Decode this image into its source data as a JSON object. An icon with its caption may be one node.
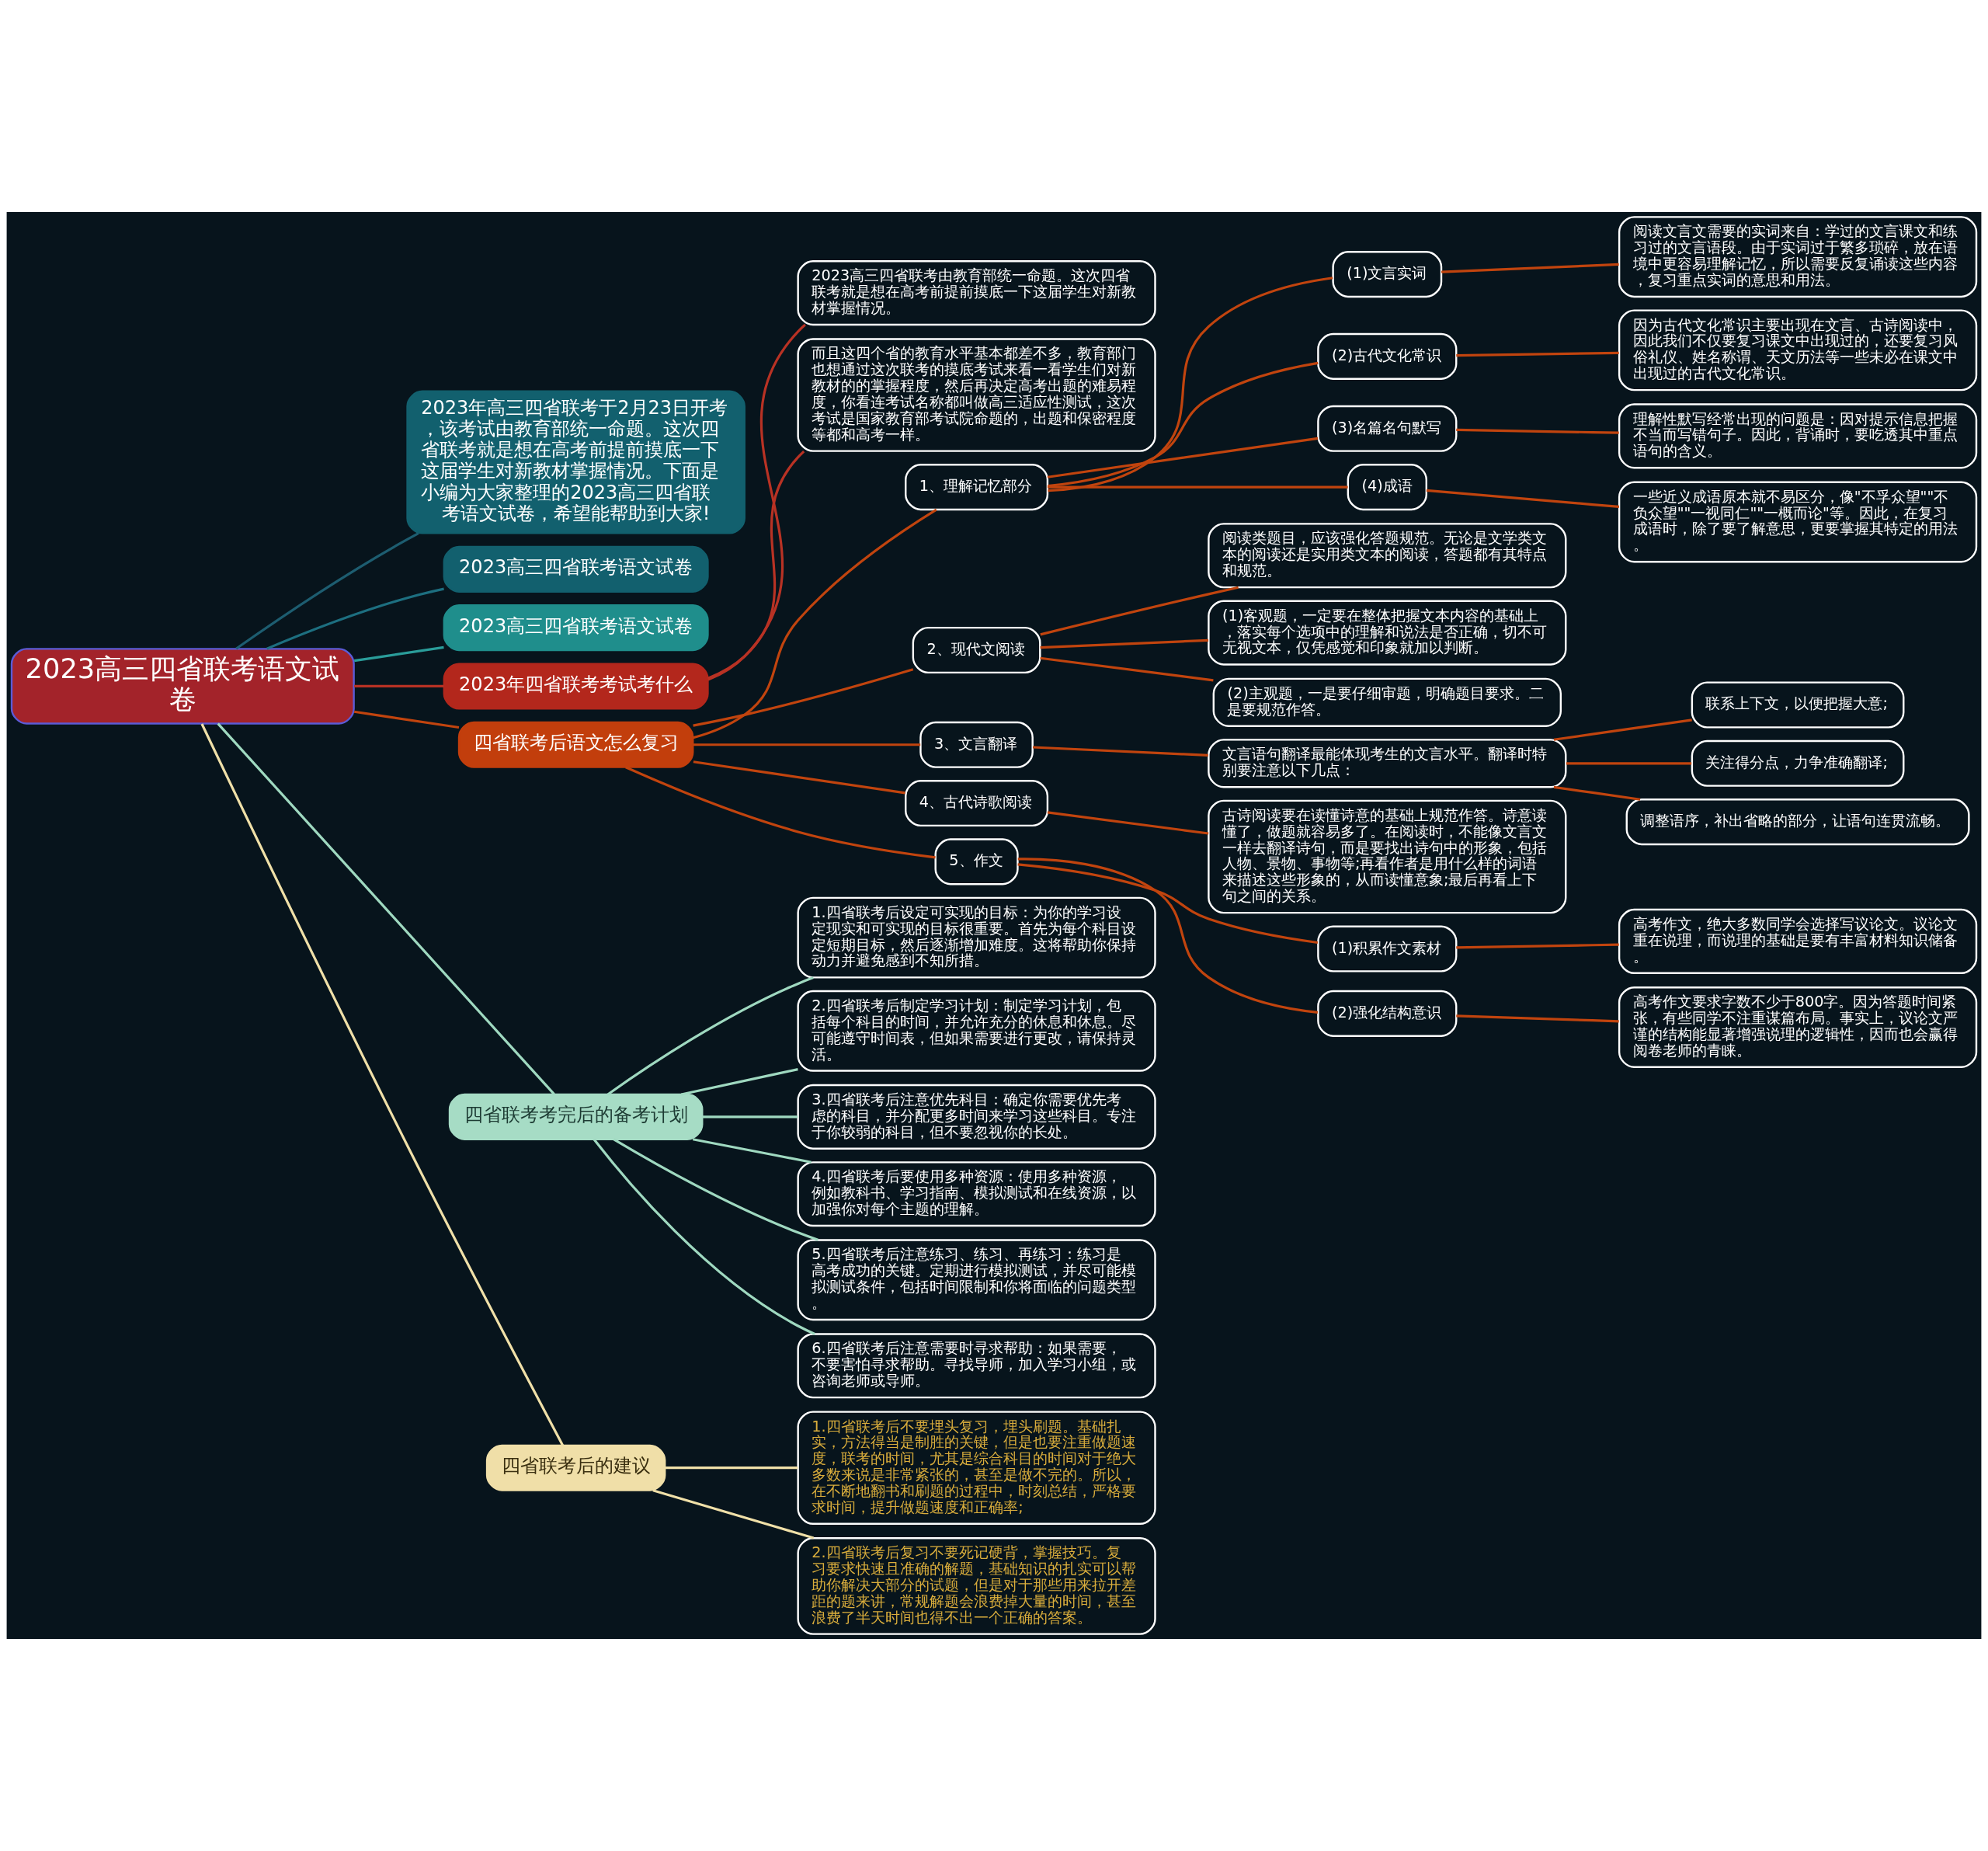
{
  "diagram": {
    "nodes": [
      {
        "text": [
          "2023高三四省联考语文试卷"
        ]
      },
      {
        "text": [
          "2023年高三四省联考于2月23日开考，该考试由教育部统一命题。这次四省联考就是想在高考前提前摸底一下这届学生对新教材掌握情况。下面是小编为大家整理的2023高三四省联考语文试卷，希望能帮助到大家!"
        ]
      },
      {
        "text": [
          "2023高三四省联考语文试卷"
        ]
      },
      {
        "text": [
          "2023高三四省联考语文试卷"
        ]
      },
      {
        "text": [
          "2023年四省联考考试考什么"
        ]
      },
      {
        "text": [
          "2023高三四省联考由教育部统一命题。这次四省联考就是想在高考前提前摸底一下这届学生对新教材掌握情况。"
        ]
      },
      {
        "text": [
          "而且这四个省的教育水平基本都差不多，教育部门也想通过这次联考的摸底考试来看一看学生们对新教材的的掌握程度，然后再决定高考出题的难易程度，你看连考试名称都叫做高三适应性测试，这次考试是国家教育部考试院命题的，出题和保密程度等都和高考一样。"
        ]
      },
      {
        "text": [
          "四省联考后语文怎么复习"
        ]
      },
      {
        "text": [
          "1、理解记忆部分"
        ]
      },
      {
        "text": [
          "(1)文言实词"
        ]
      },
      {
        "text": [
          "阅读文言文需要的实词来自：学过的文言课文和练习过的文言语段。由于实词过于繁多琐碎，放在语境中更容易理解记忆，所以需要反复诵读这些内容，复习重点实词的意思和用法。"
        ]
      },
      {
        "text": [
          "(2)古代文化常识"
        ]
      },
      {
        "text": [
          "因为古代文化常识主要出现在文言、古诗阅读中，因此我们不仅要复习课文中出现过的，还要复习风俗礼仪、姓名称谓、天文历法等一些未必在课文中出现过的古代文化常识。"
        ]
      },
      {
        "text": [
          "(3)名篇名句默写"
        ]
      },
      {
        "text": [
          "理解性默写经常出现的问题是：因对提示信息把握不当而写错句子。因此，背诵时，要吃透其中重点语句的含义。"
        ]
      },
      {
        "text": [
          "(4)成语"
        ]
      },
      {
        "text": [
          "一些近义成语原本就不易区分，像\"不孚众望\"\"不负众望\"\"一视同仁\"\"一概而论\"等。因此，在复习成语时，除了要了解意思，更要掌握其特定的用法。"
        ]
      },
      {
        "text": [
          "2、现代文阅读"
        ]
      },
      {
        "text": [
          "阅读类题目，应该强化答题规范。无论是文学类文本的阅读还是实用类文本的阅读，答题都有其特点和规范。"
        ]
      },
      {
        "text": [
          "(1)客观题，一定要在整体把握文本内容的基础上，落实每个选项中的理解和说法是否正确，切不可无视文本，仅凭感觉和印象就加以判断。"
        ]
      },
      {
        "text": [
          "(2)主观题，一是要仔细审题，明确题目要求。二是要规范作答。"
        ]
      },
      {
        "text": [
          "3、文言翻译"
        ]
      },
      {
        "text": [
          "文言语句翻译最能体现考生的文言水平。翻译时特别要注意以下几点："
        ]
      },
      {
        "text": [
          "联系上下文，以便把握大意;"
        ]
      },
      {
        "text": [
          "关注得分点，力争准确翻译;"
        ]
      },
      {
        "text": [
          "调整语序，补出省略的部分，让语句连贯流畅。"
        ]
      },
      {
        "text": [
          "4、古代诗歌阅读"
        ]
      },
      {
        "text": [
          "古诗阅读要在读懂诗意的基础上规范作答。诗意读懂了，做题就容易多了。在阅读时，不能像文言文一样去翻译诗句，而是要找出诗句中的形象，包括人物、景物、事物等;再看作者是用什么样的词语来描述这些形象的，从而读懂意象;最后再看上下句之间的关系。"
        ]
      },
      {
        "text": [
          "5、作文"
        ]
      },
      {
        "text": [
          "(1)积累作文素材"
        ]
      },
      {
        "text": [
          "高考作文，绝大多数同学会选择写议论文。议论文重在说理，而说理的基础是要有丰富材料知识储备。"
        ]
      },
      {
        "text": [
          "(2)强化结构意识"
        ]
      },
      {
        "text": [
          "高考作文要求字数不少于800字。因为答题时间紧张，有些同学不注重谋篇布局。事实上，议论文严谨的结构能显著增强说理的逻辑性，因而也会赢得阅卷老师的青睐。"
        ]
      },
      {
        "text": [
          "四省联考考完后的备考计划"
        ]
      },
      {
        "text": [
          "1.四省联考后设定可实现的目标：为你的学习设定现实和可实现的目标很重要。首先为每个科目设定短期目标，然后逐渐增加难度。这将帮助你保持动力并避免感到不知所措。"
        ]
      },
      {
        "text": [
          "2.四省联考后制定学习计划：制定学习计划，包括每个科目的时间，并允许充分的休息和休息。尽可能遵守时间表，但如果需要进行更改，请保持灵活。"
        ]
      },
      {
        "text": [
          "3.四省联考后注意优先科目：确定你需要优先考虑的科目，并分配更多时间来学习这些科目。专注于你较弱的科目，但不要忽视你的长处。"
        ]
      },
      {
        "text": [
          "4.四省联考后要使用多种资源：使用多种资源，例如教科书、学习指南、模拟测试和在线资源，以加强你对每个主题的理解。"
        ]
      },
      {
        "text": [
          "5.四省联考后注意练习、练习、再练习：练习是高考成功的关键。定期进行模拟测试，并尽可能模拟测试条件，包括时间限制和你将面临的问题类型。"
        ]
      },
      {
        "text": [
          "6.四省联考后注意需要时寻求帮助：如果需要，不要害怕寻求帮助。寻找导师，加入学习小组，或咨询老师或导师。"
        ]
      },
      {
        "text": [
          "四省联考后的建议"
        ]
      },
      {
        "text": [
          "1.四省联考后不要埋头复习，埋头刷题。基础扎实，方法得当是制胜的关键，但是也要注重做题速度，联考的时间，尤其是综合科目的时间对于绝大多数来说是非常紧张的，甚至是做不完的。所以，在不断地翻书和刷题的过程中，时刻总结，严格要求时间，提升做题速度和正确率;"
        ]
      },
      {
        "text": [
          "2.四省联考后复习不要死记硬背，掌握技巧。复习要求快速且准确的解题，基础知识的扎实可以帮助你解决大部分的试题，但是对于那些用来拉开差距的题来讲，常规解题会浪费掉大量的时间，甚至浪费了半天时间也得不出一个正确的答案。"
        ]
      }
    ],
    "edges": [
      {
        "from": 0,
        "to": 1,
        "arrow": "none",
        "color": "#1d5d70"
      },
      {
        "from": 0,
        "to": 2,
        "arrow": "none",
        "color": "#1d6f80"
      },
      {
        "from": 0,
        "to": 3,
        "arrow": "none",
        "color": "#2a9d9a"
      },
      {
        "from": 0,
        "to": 4,
        "arrow": "none",
        "color": "#b83224"
      },
      {
        "from": 4,
        "to": 5,
        "arrow": "none",
        "color": "#b83224"
      },
      {
        "from": 4,
        "to": 6,
        "arrow": "none",
        "color": "#b83224"
      },
      {
        "from": 0,
        "to": 7,
        "arrow": "none"
      },
      {
        "from": 7,
        "to": 8,
        "arrow": "none"
      },
      {
        "from": 8,
        "to": 9,
        "arrow": "none"
      },
      {
        "from": 9,
        "to": 10,
        "arrow": "none"
      },
      {
        "from": 8,
        "to": 11,
        "arrow": "none"
      },
      {
        "from": 11,
        "to": 12,
        "arrow": "none"
      },
      {
        "from": 8,
        "to": 13,
        "arrow": "none"
      },
      {
        "from": 13,
        "to": 14,
        "arrow": "none"
      },
      {
        "from": 8,
        "to": 15,
        "arrow": "none"
      },
      {
        "from": 15,
        "to": 16,
        "arrow": "none"
      },
      {
        "from": 7,
        "to": 17,
        "arrow": "none"
      },
      {
        "from": 17,
        "to": 18,
        "arrow": "none"
      },
      {
        "from": 17,
        "to": 19,
        "arrow": "none"
      },
      {
        "from": 17,
        "to": 20,
        "arrow": "none"
      },
      {
        "from": 7,
        "to": 21,
        "arrow": "none"
      },
      {
        "from": 21,
        "to": 22,
        "arrow": "none"
      },
      {
        "from": 22,
        "to": 23,
        "arrow": "none"
      },
      {
        "from": 22,
        "to": 24,
        "arrow": "none"
      },
      {
        "from": 22,
        "to": 25,
        "arrow": "none"
      },
      {
        "from": 7,
        "to": 26,
        "arrow": "none"
      },
      {
        "from": 26,
        "to": 27,
        "arrow": "none"
      },
      {
        "from": 7,
        "to": 28,
        "arrow": "none"
      },
      {
        "from": 28,
        "to": 29,
        "arrow": "none"
      },
      {
        "from": 29,
        "to": 30,
        "arrow": "none"
      },
      {
        "from": 28,
        "to": 31,
        "arrow": "none"
      },
      {
        "from": 31,
        "to": 32,
        "arrow": "none"
      },
      {
        "from": 0,
        "to": 33,
        "arrow": "none",
        "color": "#9fd9c0"
      },
      {
        "from": 33,
        "to": 34,
        "arrow": "none",
        "color": "#9fd9c0"
      },
      {
        "from": 33,
        "to": 35,
        "arrow": "none",
        "color": "#9fd9c0"
      },
      {
        "from": 33,
        "to": 36,
        "arrow": "none",
        "color": "#9fd9c0"
      },
      {
        "from": 33,
        "to": 37,
        "arrow": "none",
        "color": "#9fd9c0"
      },
      {
        "from": 33,
        "to": 38,
        "arrow": "none",
        "color": "#9fd9c0"
      },
      {
        "from": 33,
        "to": 39,
        "arrow": "none",
        "color": "#9fd9c0"
      },
      {
        "from": 0,
        "to": 40,
        "arrow": "none",
        "color": "#f0e0a8"
      },
      {
        "from": 40,
        "to": 41,
        "arrow": "none",
        "color": "#f0e0a8"
      },
      {
        "from": 40,
        "to": 42,
        "arrow": "none",
        "color": "#f0e0a8"
      }
    ]
  }
}
